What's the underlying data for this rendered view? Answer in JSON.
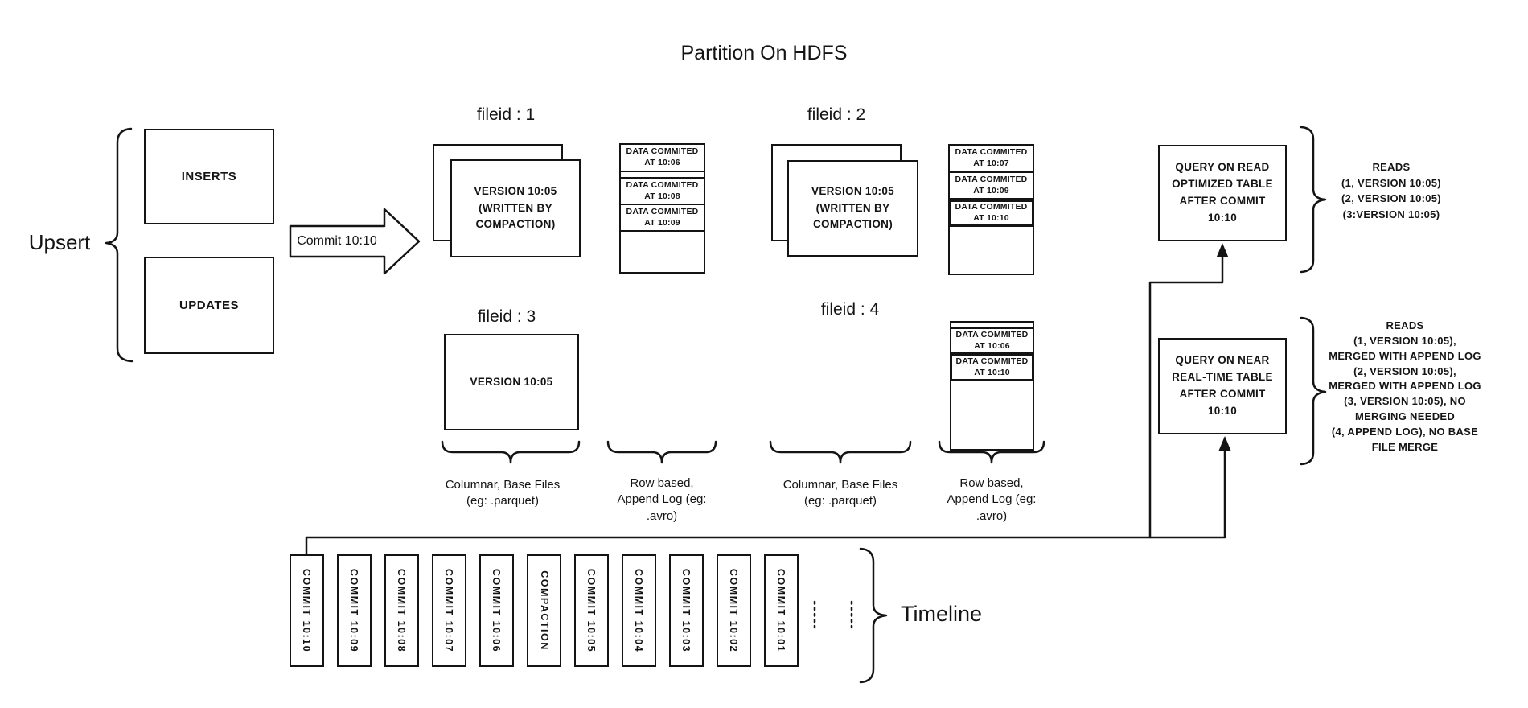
{
  "title": "Partition On HDFS",
  "colors": {
    "ink": "#141414",
    "background": "#ffffff"
  },
  "upsert": {
    "label": "Upsert",
    "inserts": "INSERTS",
    "updates": "UPDATES"
  },
  "commit_arrow": {
    "label": "Commit 10:10"
  },
  "file_groups": {
    "f1": {
      "label": "fileid : 1",
      "base_lines": [
        "VERSION 10:05",
        "(WRITTEN BY",
        "COMPACTION)"
      ],
      "log": [
        "DATA COMMITED AT 10:06",
        "DATA COMMITED AT 10:08",
        "DATA COMMITED AT 10:09"
      ]
    },
    "f2": {
      "label": "fileid : 2",
      "base_lines": [
        "VERSION 10:05",
        "(WRITTEN BY",
        "COMPACTION)"
      ],
      "log": [
        "DATA COMMITED AT 10:07",
        "DATA COMMITED AT 10:09",
        "DATA COMMITED AT 10:10"
      ]
    },
    "f3": {
      "label": "fileid : 3",
      "base_lines": [
        "VERSION 10:05"
      ]
    },
    "f4": {
      "label": "fileid : 4",
      "log": [
        "DATA COMMITED AT 10:06",
        "DATA COMMITED AT 10:10"
      ]
    }
  },
  "column_labels": {
    "columnar_left": [
      "Columnar, Base Files",
      "(eg: .parquet)"
    ],
    "row_left": [
      "Row based,",
      "Append Log (eg:",
      ".avro)"
    ],
    "columnar_right": [
      "Columnar, Base Files",
      "(eg: .parquet)"
    ],
    "row_right": [
      "Row based,",
      "Append Log (eg:",
      ".avro)"
    ]
  },
  "queries": {
    "read_optimized": {
      "box_lines": [
        "QUERY ON READ",
        "OPTIMIZED TABLE",
        "AFTER COMMIT",
        "10:10"
      ],
      "reads_lines": [
        "READS",
        "(1, VERSION 10:05)",
        "(2, VERSION 10:05)",
        "(3:VERSION 10:05)"
      ]
    },
    "near_realtime": {
      "box_lines": [
        "QUERY ON NEAR",
        "REAL-TIME TABLE",
        "AFTER COMMIT",
        "10:10"
      ],
      "reads_lines": [
        "READS",
        "(1, VERSION 10:05),",
        "MERGED WITH APPEND LOG",
        "(2, VERSION 10:05),",
        "MERGED WITH APPEND LOG",
        "(3, VERSION 10:05), NO",
        "MERGING NEEDED",
        "(4, APPEND LOG), NO BASE",
        "FILE MERGE"
      ]
    }
  },
  "timeline": {
    "label": "Timeline",
    "entries": [
      "COMMIT 10:10",
      "COMMIT 10:09",
      "COMMIT 10:08",
      "COMMIT 10:07",
      "COMMIT 10:06",
      "COMPACTION",
      "COMMIT 10:05",
      "COMMIT 10:04",
      "COMMIT 10:03",
      "COMMIT 10:02",
      "COMMIT 10:01"
    ]
  }
}
